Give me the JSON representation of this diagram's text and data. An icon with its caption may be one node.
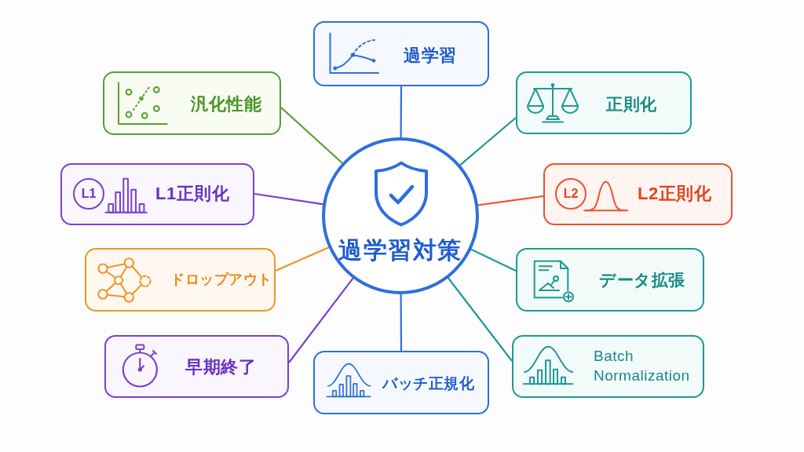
{
  "diagram": {
    "nodes": [
      {
        "text": [
          "過学習対策"
        ]
      },
      {
        "text": [
          "過学習"
        ]
      },
      {
        "text": [
          "汎化性能"
        ]
      },
      {
        "text": [
          "正則化"
        ]
      },
      {
        "text": [
          "L1正則化"
        ]
      },
      {
        "text": [
          "L1"
        ],
        "in": 4
      },
      {
        "text": [
          "L2正則化"
        ]
      },
      {
        "text": [
          "L2"
        ],
        "in": 6
      },
      {
        "text": [
          "ドロップアウト"
        ]
      },
      {
        "text": [
          "データ拡張"
        ]
      },
      {
        "text": [
          "早期終了"
        ]
      },
      {
        "text": [
          "Batch Normalization"
        ]
      },
      {
        "text": [
          "バッチ正規化"
        ]
      }
    ],
    "edges": [
      {
        "from": 0,
        "to": 1,
        "arrow": "none",
        "color": "#2f6fdb"
      },
      {
        "from": 0,
        "to": 2,
        "arrow": "none",
        "color": "#5a9e32"
      },
      {
        "from": 0,
        "to": 3,
        "arrow": "none",
        "color": "#1f9a94"
      },
      {
        "from": 0,
        "to": 4,
        "arrow": "none",
        "color": "#7d3fd0"
      },
      {
        "from": 0,
        "to": 6,
        "arrow": "none",
        "color": "#f0502e"
      },
      {
        "from": 0,
        "to": 8,
        "arrow": "none",
        "color": "#f29325"
      },
      {
        "from": 0,
        "to": 9,
        "arrow": "none",
        "color": "#1f9a94"
      },
      {
        "from": 0,
        "to": 10,
        "arrow": "none",
        "color": "#7d3fd0"
      },
      {
        "from": 0,
        "to": 11,
        "arrow": "none",
        "color": "#1f9a94"
      },
      {
        "from": 0,
        "to": 12,
        "arrow": "none",
        "color": "#2f6fdb"
      }
    ]
  }
}
